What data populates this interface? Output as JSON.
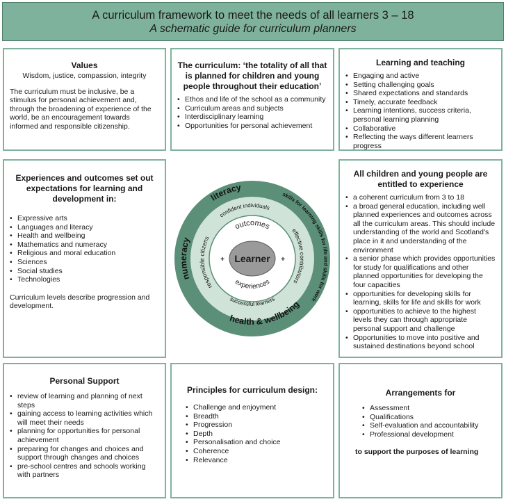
{
  "colors": {
    "green": "#7fb29c",
    "dark_ring": "#5b8f78",
    "mid_ring": "#cfe3d8",
    "inner_ring": "#e8f1ec",
    "learner": "#9a9a9a"
  },
  "header": {
    "title": "A curriculum framework to meet the needs of all learners 3 – 18",
    "subtitle": "A schematic guide for curriculum planners"
  },
  "values": {
    "heading": "Values",
    "sub": "Wisdom, justice, compassion, integrity",
    "body": "The curriculum must be inclusive, be a stimulus for personal achievement and, through the broadening of experience of the world, be an encouragement towards informed and responsible citizenship."
  },
  "curriculum": {
    "heading": "The curriculum: ‘the totality of all that is planned for children and young people throughout their education’",
    "items": [
      "Ethos and life of the school as a community",
      "Curriculum areas and subjects",
      "Interdisciplinary learning",
      "Opportunities for personal achievement"
    ]
  },
  "learning": {
    "heading": "Learning and teaching",
    "items": [
      "Engaging and active",
      "Setting challenging goals",
      "Shared expectations and standards",
      "Timely, accurate feedback",
      "Learning intentions, success criteria, personal learning planning",
      "Collaborative",
      "Reflecting the ways different learners progress"
    ]
  },
  "experiences": {
    "heading": "Experiences and outcomes set out expectations for learning and development in:",
    "items": [
      "Expressive arts",
      "Languages and literacy",
      "Health and wellbeing",
      "Mathematics and numeracy",
      "Religious and moral education",
      "Sciences",
      "Social studies",
      "Technologies"
    ],
    "footer": "Curriculum levels describe progression and development."
  },
  "entitled": {
    "heading": "All children and young people are entitled to experience",
    "items": [
      "a coherent curriculum from 3 to 18",
      "a broad general education, including well planned experiences and outcomes across all the curriculum areas. This should include understanding of the world and Scotland's place in it and understanding of the environment",
      "a senior phase which provides opportunities for study for qualifications and other planned opportunities for developing the four capacities",
      "opportunities for developing skills for learning, skills for life and skills for work",
      "opportunities to achieve to the highest levels they can through appropriate personal support and challenge",
      "Opportunities to move into positive and sustained destinations beyond school"
    ]
  },
  "support": {
    "heading": "Personal Support",
    "items": [
      "review of learning and planning of next steps",
      "gaining access to learning activities which will meet their needs",
      "planning for opportunities for personal achievement",
      "preparing for changes and choices and support through changes and choices",
      "pre-school centres and schools working with partners"
    ]
  },
  "principles": {
    "heading": "Principles for curriculum design:",
    "items": [
      "Challenge and enjoyment",
      "Breadth",
      "Progression",
      "Depth",
      "Personalisation and choice",
      "Coherence",
      "Relevance"
    ]
  },
  "arrangements": {
    "heading": "Arrangements for",
    "items": [
      "Assessment",
      "Qualifications",
      "Self-evaluation and accountability",
      "Professional development"
    ],
    "footer": "to support the purposes of learning"
  },
  "diagram": {
    "center": "Learner",
    "plus": "+",
    "inner": {
      "outcomes": "outcomes",
      "experiences": "experiences"
    },
    "capacities": {
      "confident": "confident individuals",
      "effective": "effective contributors",
      "successful": "successful learners",
      "responsible": "responsible citizens"
    },
    "outer": {
      "literacy": "literacy",
      "numeracy": "numeracy",
      "health": "health & wellbeing",
      "skills": "skills for learning skills for life and skills for work"
    }
  }
}
